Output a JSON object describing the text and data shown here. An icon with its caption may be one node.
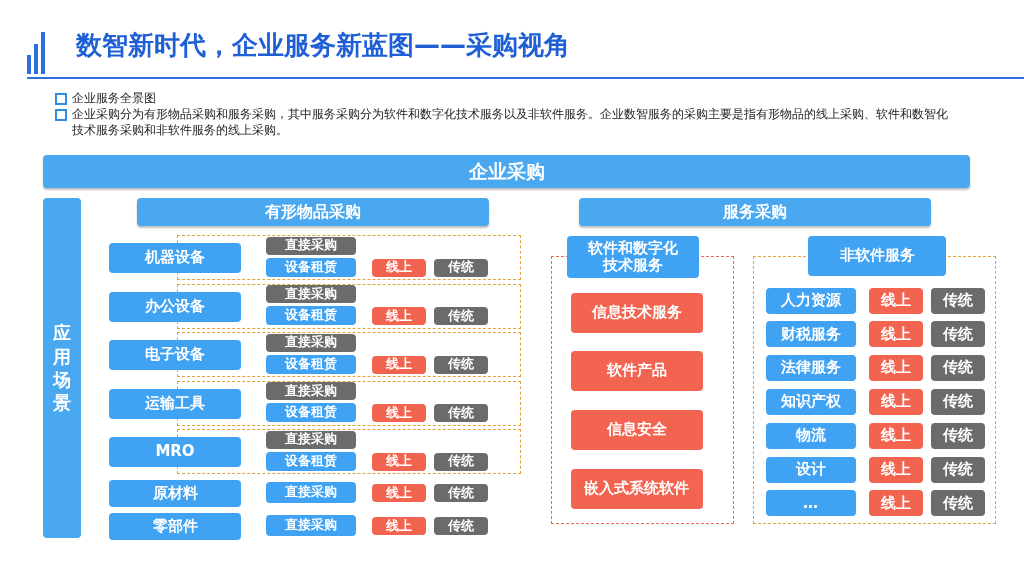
{
  "diagram": {
    "title": "数智新时代，企业服务新蓝图——采购视角",
    "labels": [
      "企业服务全景图",
      "企业采购分为有形物品采购和服务采购，其中服务采购分为软件和数字化技术服务以及非软件服务。企业数智服务的采购主要是指有形物品的线上采购、软件和数智化技术服务采购和非软件服务的线上采购。"
    ],
    "nodes": [
      {
        "text": [
          "企业采购"
        ]
      },
      {
        "text": [
          "应用场景"
        ]
      },
      {
        "text": [
          "有形物品采购"
        ]
      },
      {
        "text": [
          "服务采购"
        ]
      },
      {
        "text": [
          "机器设备"
        ]
      },
      {
        "text": [],
        "shape": "box"
      },
      {
        "text": [
          "直接采购"
        ],
        "in": 5
      },
      {
        "text": [
          "设备租赁"
        ],
        "in": 5
      },
      {
        "text": [
          "线上"
        ],
        "in": 5
      },
      {
        "text": [
          "传统"
        ],
        "in": 5
      },
      {
        "text": [
          "办公设备"
        ]
      },
      {
        "text": [],
        "shape": "box"
      },
      {
        "text": [
          "直接采购"
        ],
        "in": 11
      },
      {
        "text": [
          "设备租赁"
        ],
        "in": 11
      },
      {
        "text": [
          "线上"
        ],
        "in": 11
      },
      {
        "text": [
          "传统"
        ],
        "in": 11
      },
      {
        "text": [
          "电子设备"
        ]
      },
      {
        "text": [],
        "shape": "box"
      },
      {
        "text": [
          "直接采购"
        ],
        "in": 17
      },
      {
        "text": [
          "设备租赁"
        ],
        "in": 17
      },
      {
        "text": [
          "线上"
        ],
        "in": 17
      },
      {
        "text": [
          "传统"
        ],
        "in": 17
      },
      {
        "text": [
          "运输工具"
        ]
      },
      {
        "text": [],
        "shape": "box"
      },
      {
        "text": [
          "直接采购"
        ],
        "in": 23
      },
      {
        "text": [
          "设备租赁"
        ],
        "in": 23
      },
      {
        "text": [
          "线上"
        ],
        "in": 23
      },
      {
        "text": [
          "传统"
        ],
        "in": 23
      },
      {
        "text": [
          "MRO"
        ]
      },
      {
        "text": [],
        "shape": "box"
      },
      {
        "text": [
          "直接采购"
        ],
        "in": 29
      },
      {
        "text": [
          "设备租赁"
        ],
        "in": 29
      },
      {
        "text": [
          "线上"
        ],
        "in": 29
      },
      {
        "text": [
          "传统"
        ],
        "in": 29
      },
      {
        "text": [
          "原材料"
        ]
      },
      {
        "text": [
          "直接采购"
        ]
      },
      {
        "text": [
          "线上"
        ]
      },
      {
        "text": [
          "传统"
        ]
      },
      {
        "text": [
          "零部件"
        ]
      },
      {
        "text": [
          "直接采购"
        ]
      },
      {
        "text": [
          "线上"
        ]
      },
      {
        "text": [
          "传统"
        ]
      },
      {
        "text": [
          "软件和数字化技术服务"
        ]
      },
      {
        "text": [],
        "shape": "box"
      },
      {
        "text": [
          "信息技术服务"
        ],
        "in": 43
      },
      {
        "text": [
          "软件产品"
        ],
        "in": 43
      },
      {
        "text": [
          "信息安全"
        ],
        "in": 43
      },
      {
        "text": [
          "嵌入式系统软件"
        ],
        "in": 43
      },
      {
        "text": [
          "非软件服务"
        ]
      },
      {
        "text": [],
        "shape": "box"
      },
      {
        "text": [
          "人力资源"
        ],
        "in": 49
      },
      {
        "text": [
          "线上"
        ],
        "in": 49
      },
      {
        "text": [
          "传统"
        ],
        "in": 49
      },
      {
        "text": [
          "财税服务"
        ],
        "in": 49
      },
      {
        "text": [
          "线上"
        ],
        "in": 49
      },
      {
        "text": [
          "传统"
        ],
        "in": 49
      },
      {
        "text": [
          "法律服务"
        ],
        "in": 49
      },
      {
        "text": [
          "线上"
        ],
        "in": 49
      },
      {
        "text": [
          "传统"
        ],
        "in": 49
      },
      {
        "text": [
          "知识产权"
        ],
        "in": 49
      },
      {
        "text": [
          "线上"
        ],
        "in": 49
      },
      {
        "text": [
          "传统"
        ],
        "in": 49
      },
      {
        "text": [
          "物流"
        ],
        "in": 49
      },
      {
        "text": [
          "线上"
        ],
        "in": 49
      },
      {
        "text": [
          "传统"
        ],
        "in": 49
      },
      {
        "text": [
          "设计"
        ],
        "in": 49
      },
      {
        "text": [
          "线上"
        ],
        "in": 49
      },
      {
        "text": [
          "传统"
        ],
        "in": 49
      },
      {
        "text": [
          "…"
        ],
        "in": 49
      },
      {
        "text": [
          "线上"
        ],
        "in": 49
      },
      {
        "text": [
          "传统"
        ],
        "in": 49
      }
    ]
  }
}
